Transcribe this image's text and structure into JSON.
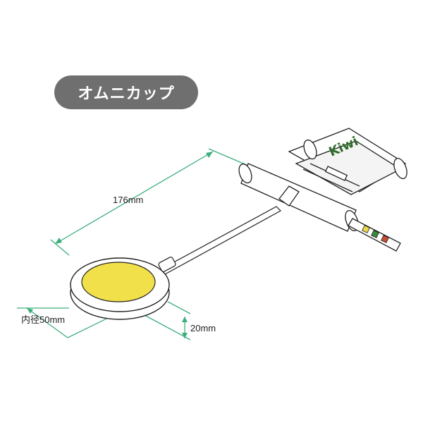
{
  "title": "オムニカップ",
  "dimensions": {
    "length": "176mm",
    "inner_diameter": "内径50mm",
    "height": "20mm"
  },
  "device": {
    "brand": "Kiwi"
  },
  "colors": {
    "title_bg": "#6f6f6f",
    "dimension_line": "#3cae7c",
    "cup_fill": "#f2e04a",
    "outline": "#222222",
    "brand": "#2e6b2a"
  }
}
